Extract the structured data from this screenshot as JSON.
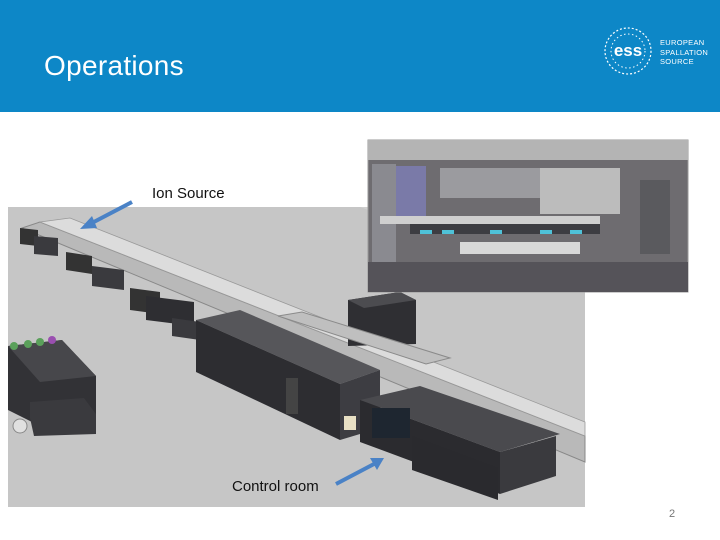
{
  "slide": {
    "title": "Operations",
    "page_number": "2"
  },
  "logo": {
    "mark": "ess",
    "line1": "EUROPEAN",
    "line2": "SPALLATION",
    "line3": "SOURCE"
  },
  "labels": {
    "ion_source": "Ion Source",
    "control_room": "Control room"
  },
  "colors": {
    "header_blue": "#0d87c7",
    "arrow_blue": "#4a82c6",
    "building_dark": "#2f2f33",
    "ground_gray": "#c9c9c9"
  },
  "icons": [
    "arrow-icon",
    "ess-logo-icon"
  ]
}
